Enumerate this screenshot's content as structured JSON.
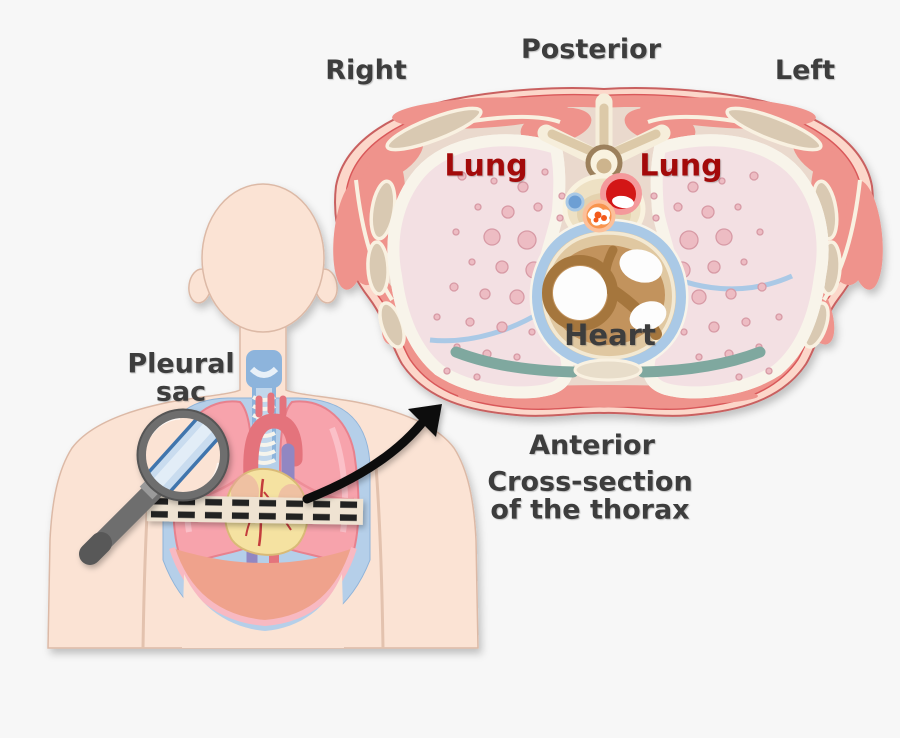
{
  "figure": {
    "title": "Cross-section of the thorax",
    "background": "#f7f7f7"
  },
  "labels": {
    "posterior": "Posterior",
    "right": "Right",
    "left": "Left",
    "lung_left": "Lung",
    "lung_right": "Lung",
    "heart": "Heart",
    "anterior": "Anterior",
    "caption_line1": "Cross-section",
    "caption_line2": "of the thorax",
    "pleural_line1": "Pleural",
    "pleural_line2": "sac"
  },
  "icons": {
    "cross_section_illustration": "axial-thorax-cross-section",
    "torso_illustration": "human-torso-with-lungs-and-heart",
    "magnifier": "magnifying-glass-over-pleural-sac",
    "section_line": "dashed-cut-line",
    "zoom_arrow": "curved-black-arrow"
  },
  "colors": {
    "background": "#f7f7f7",
    "label_text": "#3d3d3d",
    "lung_label_red": "#a30a0a",
    "skin": "#fbe3d4",
    "skin_outline": "#dcb9a6",
    "subcutis_light": "#fcd7ca",
    "muscle_salmon": "#ef938c",
    "muscle_outline_red": "#d9595a",
    "fascia_beige": "#ead9cd",
    "bone_cream": "#f9f1e1",
    "bone_tan": "#d9c9b2",
    "pleura_blue": "#aac9e6",
    "trachea_blue": "#8db4dc",
    "lung_tissue_section": "#f3e0e3",
    "lung_dot_pink": "#edbcc3",
    "lung_pink_torso": "#f7a3ac",
    "pericardial_tan": "#e0c8a1",
    "heart_tan": "#c2935d",
    "heart_wall_brown": "#a5763e",
    "chamber_white": "#fdfdfd",
    "aorta_red": "#d31414",
    "aorta_ring_pink": "#f4999b",
    "esophagus_orange": "#f8944d",
    "vessel_blue": "#6d9fd4",
    "costal_teal": "#7fa89f",
    "heart_yellow_torso": "#f5e2a1",
    "vessel_red_torso": "#e4737c",
    "vessel_purple_torso": "#9187c2",
    "diaphragm_salmon": "#efa28c",
    "diaphragm_pink": "#f8b9c2",
    "magnifier_gray": "#6e6e6e",
    "arrow_black": "#0f0f0f",
    "dash_black": "#222222",
    "cut_band_beige": "#efe3d2"
  }
}
